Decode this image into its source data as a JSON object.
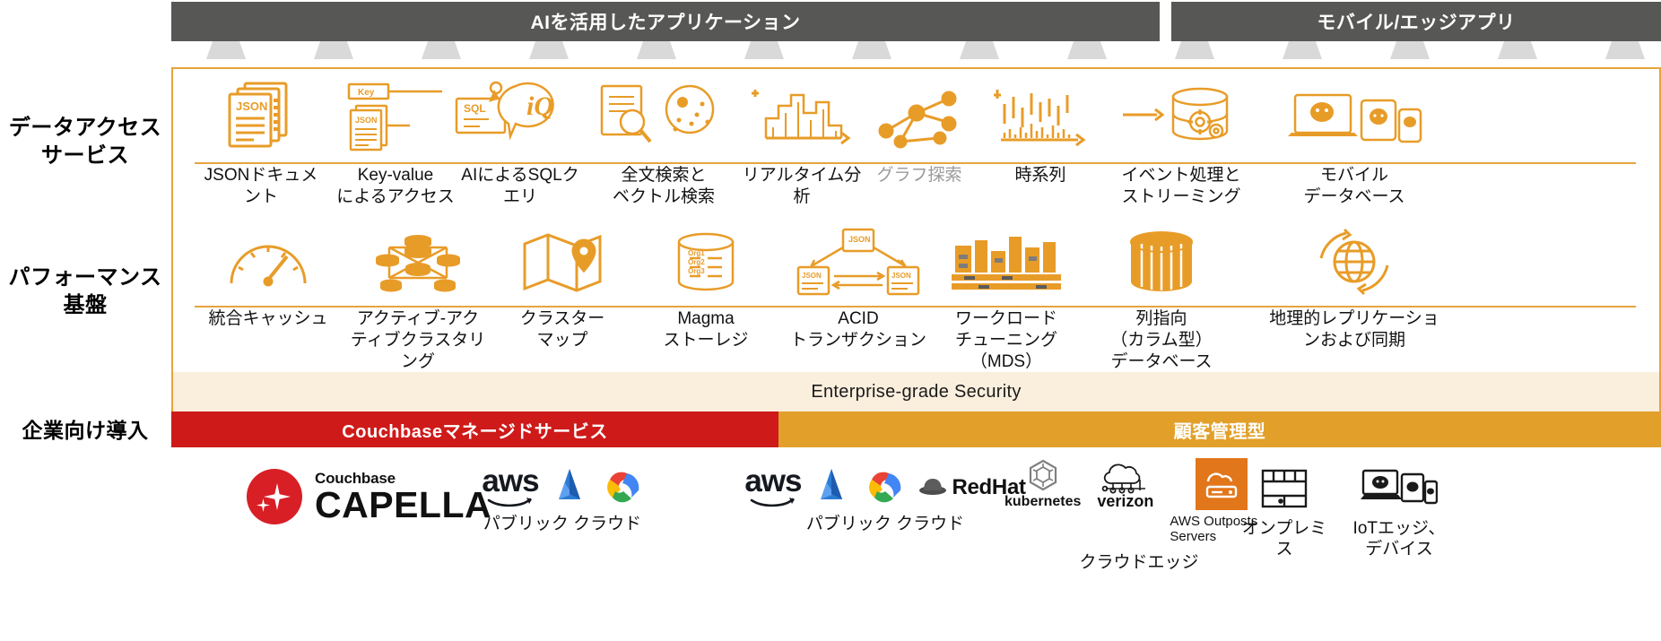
{
  "row_labels": {
    "data_access": "データアクセス\nサービス",
    "performance": "パフォーマンス\n基盤",
    "enterprise": "企業向け導入"
  },
  "headers": {
    "ai_apps": "AIを活用したアプリケーション",
    "mobile_edge": "モバイル/エッジアプリ"
  },
  "data_access_services": [
    {
      "icon": "json-documents-icon",
      "label": "JSONドキュメ\nント",
      "muted": false
    },
    {
      "icon": "key-value-access-icon",
      "label": "Key-value\nによるアクセス",
      "muted": false
    },
    {
      "icon": "ai-sql-query-icon",
      "label": "AIによるSQLク\nエリ",
      "muted": false
    },
    {
      "icon": "fulltext-vector-search-icon",
      "label": "全文検索と\nベクトル検索",
      "muted": false
    },
    {
      "icon": "realtime-analytics-icon",
      "label": "リアルタイム分\n析",
      "muted": false
    },
    {
      "icon": "graph-traversal-icon",
      "label": "グラフ探索",
      "muted": true
    },
    {
      "icon": "time-series-icon",
      "label": "時系列",
      "muted": false
    },
    {
      "icon": "event-streaming-icon",
      "label": "イベント処理と\nストリーミング",
      "muted": false
    },
    {
      "icon": "mobile-database-icon",
      "label": "モバイル\nデータベース",
      "muted": false
    }
  ],
  "performance_foundation": [
    {
      "icon": "integrated-cache-icon",
      "label": "統合キャッシュ"
    },
    {
      "icon": "active-active-cluster-icon",
      "label": "アクティブ-アク\nティブクラスタリ\nング"
    },
    {
      "icon": "cluster-map-icon",
      "label": "クラスター\nマップ"
    },
    {
      "icon": "magma-storage-icon",
      "label": "Magma\nストーレジ"
    },
    {
      "icon": "acid-transaction-icon",
      "label": "ACID\nトランザクション"
    },
    {
      "icon": "workload-tuning-icon",
      "label": "ワークロード\nチューニング\n（MDS）"
    },
    {
      "icon": "columnar-database-icon",
      "label": "列指向\n（カラム型）\nデータベース"
    },
    {
      "icon": "geo-replication-icon",
      "label": "地理的レプリケーショ\nンおよび同期"
    }
  ],
  "security_band": {
    "label": "Enterprise-grade Security"
  },
  "deployment_bars": [
    {
      "name": "managed",
      "label": "Couchbaseマネージドサービス",
      "color": "#cf1a1a"
    },
    {
      "name": "self",
      "label": "顧客管理型",
      "color": "#e2a02b"
    }
  ],
  "logos": {
    "capella": {
      "sub": "Couchbase",
      "main": "CAPELLA"
    },
    "managed_cloud": {
      "items": [
        "aws",
        "Azure",
        "Google Cloud"
      ],
      "caption": "パブリック クラウド"
    },
    "self_cloud": {
      "items": [
        "aws",
        "Azure",
        "Google Cloud",
        "Red Hat"
      ],
      "redhat_label": "RedHat",
      "caption": "パブリック クラウド"
    },
    "cloud_edge": {
      "kubernetes_label": "kubernetes",
      "verizon_label": "verizon",
      "outposts_label": "AWS Outposts Servers",
      "caption": "クラウドエッジ"
    },
    "on_prem": {
      "caption": "オンプレミ\nス"
    },
    "iot_edge": {
      "caption": "IoTエッジ、\nデバイス"
    }
  },
  "colors": {
    "orange": "#e8a33d",
    "orange_icon": "#e89c28",
    "red": "#cf1a1a",
    "amber": "#e2a02b",
    "header_gray": "#575756",
    "security_bg": "#faeedd",
    "muted_text": "#9a9a9a"
  }
}
